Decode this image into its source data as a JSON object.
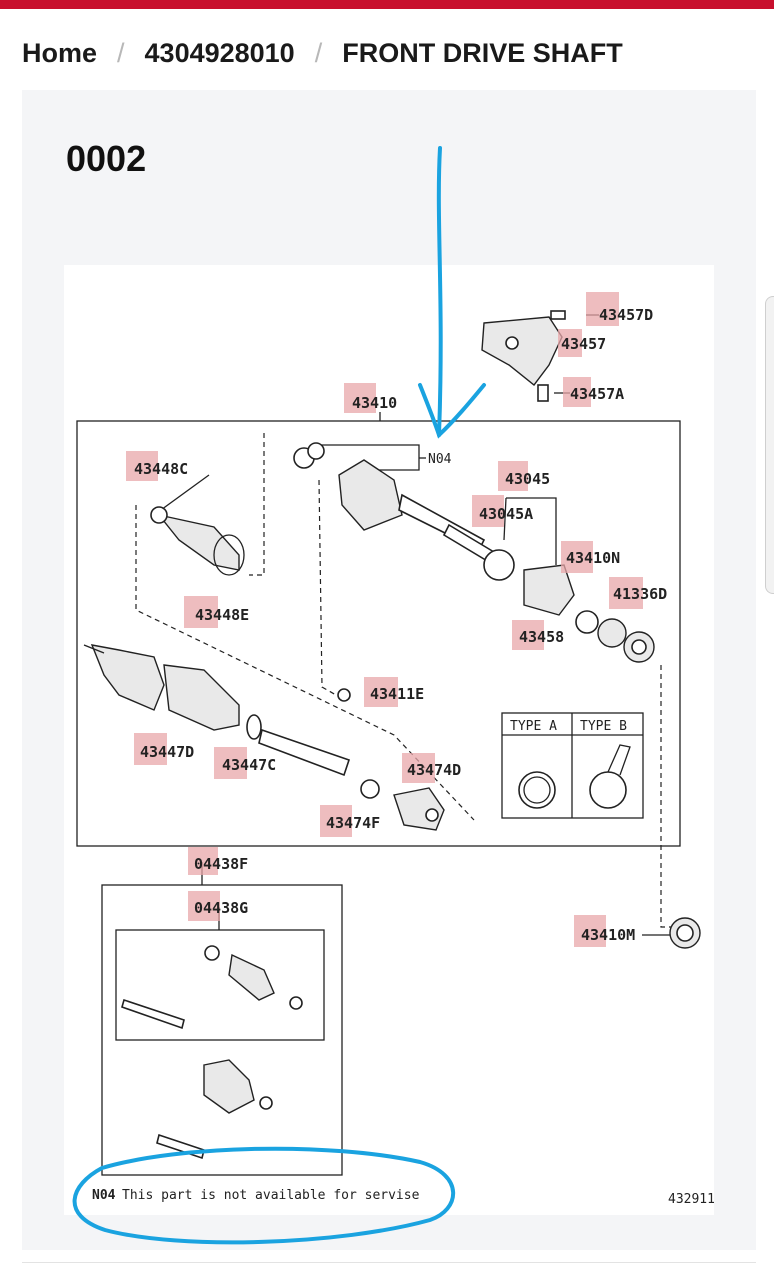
{
  "breadcrumb": {
    "home": "Home",
    "separator": "/",
    "part_number": "4304928010",
    "current": "FRONT DRIVE SHAFT"
  },
  "diagram": {
    "code": "0002",
    "labels": {
      "p43457D": "43457D",
      "p43457": "43457",
      "p43457A": "43457A",
      "p43410": "43410",
      "n04": "N04",
      "p43448C": "43448C",
      "p43045": "43045",
      "p43045A": "43045A",
      "p43410N": "43410N",
      "p41336D": "41336D",
      "p43448E": "43448E",
      "p43458": "43458",
      "p43411E": "43411E",
      "p43447D": "43447D",
      "p43447C": "43447C",
      "p43474D": "43474D",
      "p43474F": "43474F",
      "p04438F": "04438F",
      "p04438G": "04438G",
      "p43410M": "43410M",
      "type_a": "TYPE A",
      "type_b": "TYPE B",
      "note_code": "N04",
      "note_text": "This part is not available for servise",
      "figure_id": "432911"
    }
  },
  "colors": {
    "accent_bar": "#c8102e",
    "annotation_blue": "#1aa3e0",
    "highlight": "#e8a7aa"
  }
}
